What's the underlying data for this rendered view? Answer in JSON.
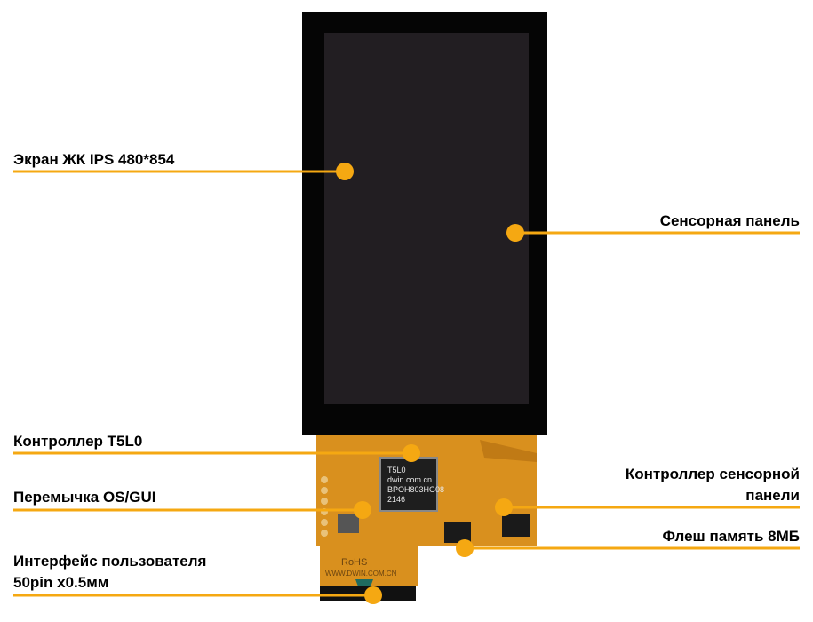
{
  "colors": {
    "accent": "#f5a812",
    "bezel": "#050505",
    "screen": "#221e22",
    "pcb": "#d9901e"
  },
  "labels": {
    "screen": "Экран ЖК IPS 480*854",
    "touch_panel": "Сенсорная панель",
    "controller": "Контроллер T5L0",
    "jumper": "Перемычка OS/GUI",
    "touch_controller_line1": "Контроллер сенсорной",
    "touch_controller_line2": "панели",
    "flash": "Флеш память 8МБ",
    "interface_line1": "Интерфейс пользователя",
    "interface_line2": "50pin x0.5мм"
  },
  "chip": {
    "line1": "T5L0",
    "line2": "dwin.com.cn",
    "line3": "BPOH803HG08",
    "line4": "2146"
  },
  "pcb_marks": {
    "rohs": "RoHS",
    "url": "WWW.DWIN.COM.CN"
  }
}
